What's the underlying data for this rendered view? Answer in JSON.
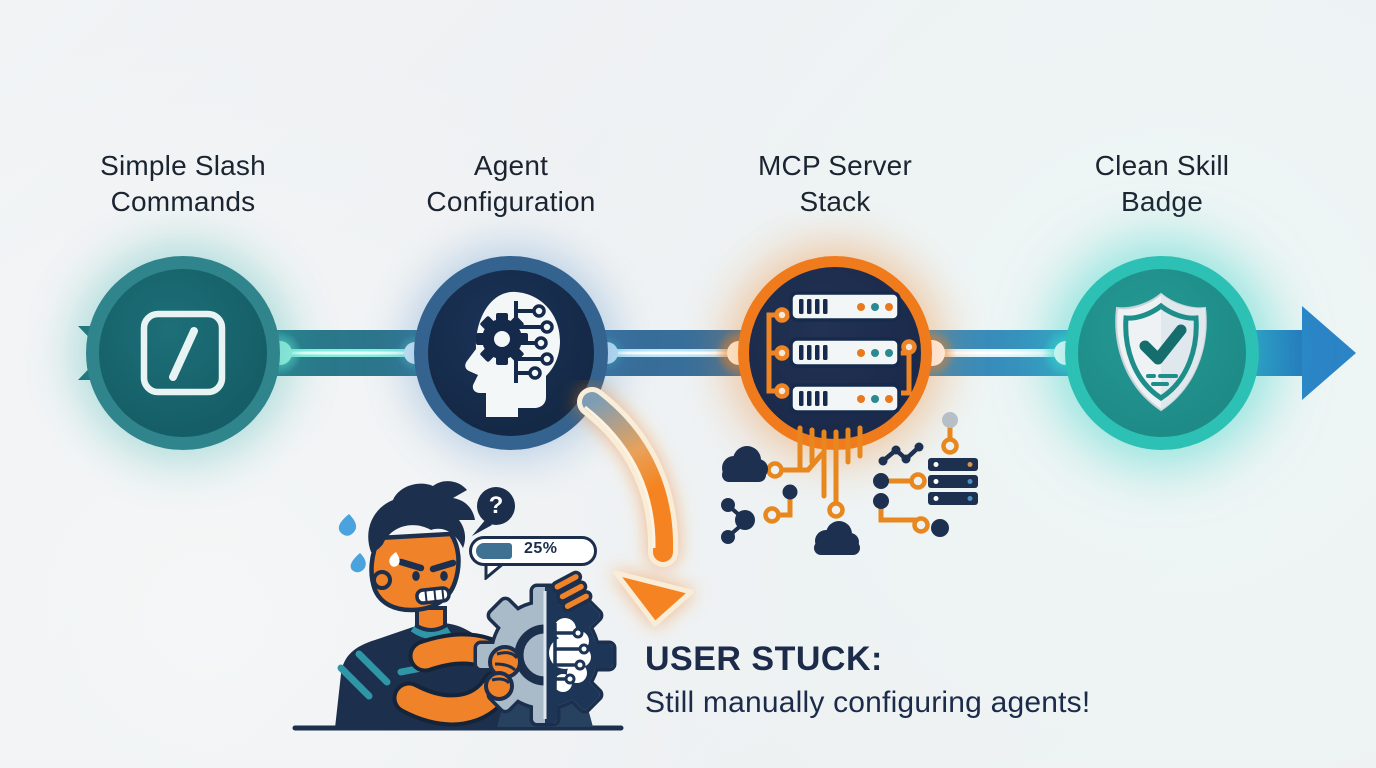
{
  "title": "Agent workflow pipeline infographic",
  "stages": [
    {
      "label": "Simple Slash Commands",
      "icon": "slash-command-icon"
    },
    {
      "label": "Agent Configuration",
      "icon": "ai-head-gear-icon"
    },
    {
      "label": "MCP Server Stack",
      "icon": "server-stack-icon"
    },
    {
      "label": "Clean Skill Badge",
      "icon": "shield-check-icon"
    }
  ],
  "callout": {
    "title": "USER STUCK:",
    "subtitle": "Still manually configuring agents!"
  },
  "bubbles": {
    "question_mark": "?",
    "progress_value": "25%"
  },
  "decorations": [
    "cloud-icon",
    "molecule-icon",
    "line-chart-icon",
    "mini-server-icon",
    "circuit-trace",
    "curved-arrow",
    "sweat-drops",
    "frustrated-user",
    "split-gear"
  ],
  "colors": {
    "background": "#eef1f2",
    "ink_navy": "#1c2f4d",
    "teal_node": "#155e67",
    "teal_ring": "#2f858b",
    "navy_node": "#142946",
    "blue_ring": "#35638f",
    "orange_ring": "#ef7b1d",
    "badge_ring": "#2dc0b4",
    "badge_node": "#1e8b87",
    "accent_orange": "#f0822a",
    "timeline_teal": "#277e87",
    "timeline_blue": "#3e77a6",
    "arrow_blue": "#2b84c6",
    "progress_fill": "#3e7192",
    "skin_orange": "#f0822a",
    "shirt_trim_teal": "#2f96a8",
    "sweat_blue": "#4aa3dd"
  }
}
